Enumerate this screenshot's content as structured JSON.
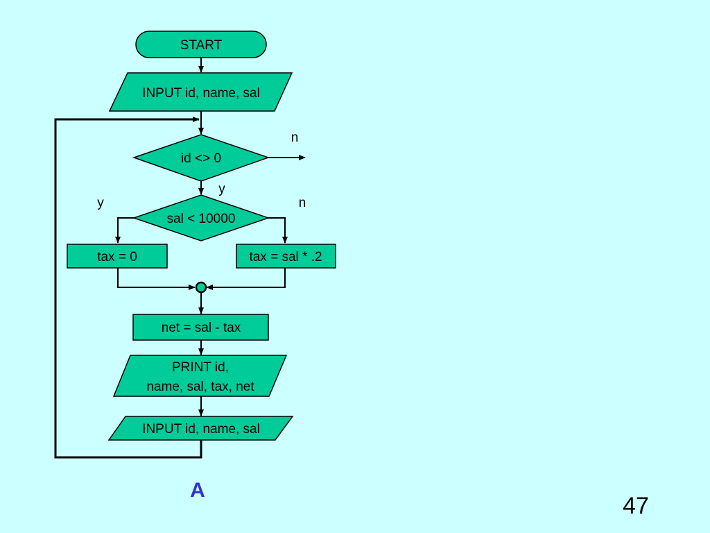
{
  "colors": {
    "background": "#ccffff",
    "shape_fill": "#00cc99",
    "line": "#000000",
    "caption": "#3333cc"
  },
  "flowchart": {
    "start": "START",
    "input_first": "INPUT id, name, sal",
    "decision_id": "id <> 0",
    "decision_sal": "sal < 10000",
    "tax_zero": "tax = 0",
    "tax_calc": "tax = sal * .2",
    "net": "net = sal - tax",
    "print_line1": "PRINT id,",
    "print_line2": "name, sal, tax, net",
    "input_next": "INPUT id, name, sal"
  },
  "labels": {
    "id_no": "n",
    "id_yes": "y",
    "sal_yes": "y",
    "sal_no": "n"
  },
  "caption": "A",
  "page_number": "47"
}
